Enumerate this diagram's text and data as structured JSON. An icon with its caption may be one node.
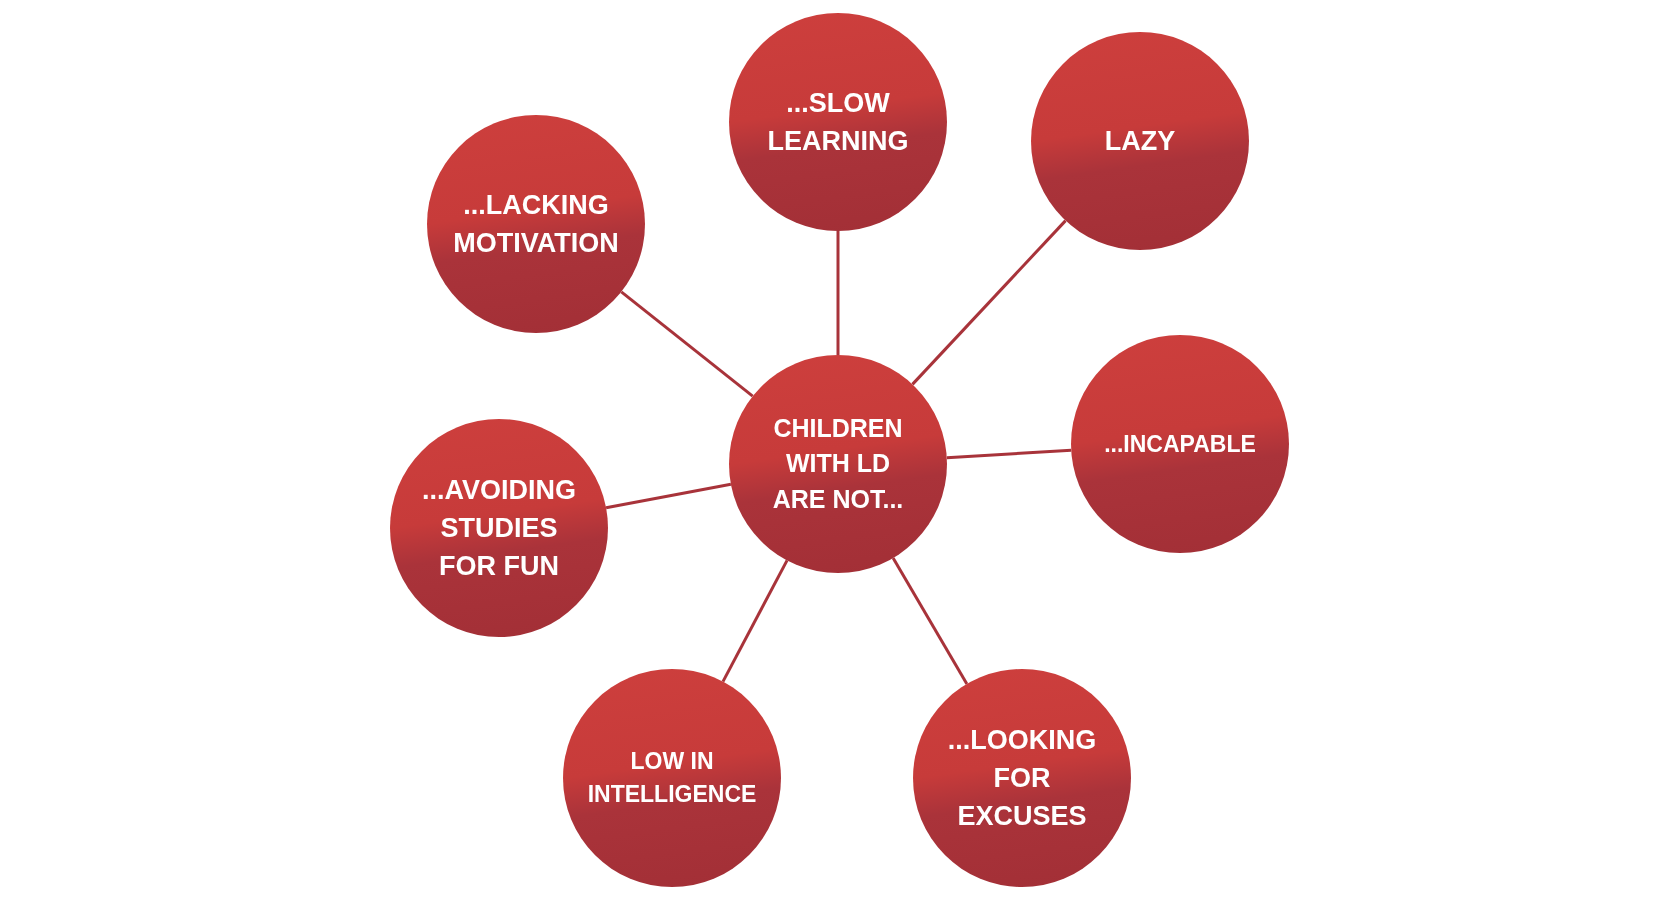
{
  "diagram": {
    "nodes": [
      {
        "text": [
          "CHILDREN WITH LD ARE NOT..."
        ]
      },
      {
        "text": [
          "...SLOW LEARNING"
        ]
      },
      {
        "text": [
          "LAZY"
        ]
      },
      {
        "text": [
          "...INCAPABLE"
        ]
      },
      {
        "text": [
          "...LOOKING FOR EXCUSES"
        ]
      },
      {
        "text": [
          "LOW IN INTELLIGENCE"
        ]
      },
      {
        "text": [
          "...AVOIDING STUDIES FOR FUN"
        ]
      },
      {
        "text": [
          "...LACKING MOTIVATION"
        ]
      }
    ],
    "edges": [
      {
        "from": 0,
        "to": 1,
        "arrow": "none"
      },
      {
        "from": 0,
        "to": 2,
        "arrow": "none"
      },
      {
        "from": 0,
        "to": 3,
        "arrow": "none"
      },
      {
        "from": 0,
        "to": 4,
        "arrow": "none"
      },
      {
        "from": 0,
        "to": 5,
        "arrow": "none"
      },
      {
        "from": 0,
        "to": 6,
        "arrow": "none"
      },
      {
        "from": 0,
        "to": 7,
        "arrow": "none"
      }
    ]
  }
}
